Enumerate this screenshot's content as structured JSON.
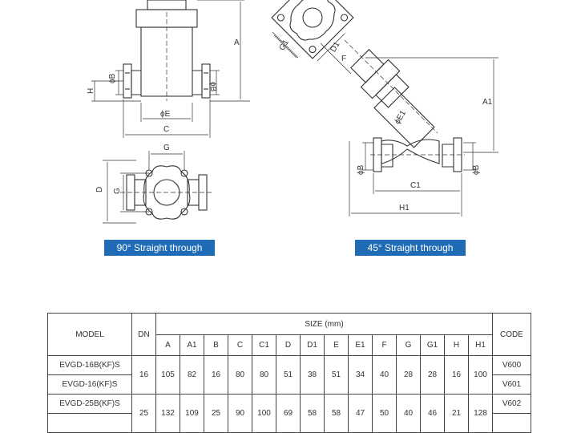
{
  "figure_labels": {
    "A": "A",
    "phiB": "ϕB",
    "H": "H",
    "phiE": "ϕE",
    "C": "C",
    "G": "G",
    "D": "D",
    "G1": "G1",
    "D1": "D1",
    "F": "F",
    "A1": "A1",
    "phiE1": "ϕE1",
    "C1": "C1",
    "H1": "H1"
  },
  "captions": {
    "straight_90": "90° Straight through",
    "straight_45": "45° Straight through"
  },
  "colors": {
    "caption_bg": "#1f6bb5",
    "line": "#333333"
  },
  "table": {
    "model_header": "MODEL",
    "dn_header": "DN",
    "size_header": "SIZE (mm)",
    "code_header": "CODE",
    "size_columns": [
      "A",
      "A1",
      "B",
      "C",
      "C1",
      "D",
      "D1",
      "E",
      "E1",
      "F",
      "G",
      "G1",
      "H",
      "H1"
    ],
    "groups": [
      {
        "dn": "16",
        "sizes": [
          "105",
          "82",
          "16",
          "80",
          "80",
          "51",
          "38",
          "51",
          "34",
          "40",
          "28",
          "28",
          "16",
          "100"
        ],
        "models": [
          {
            "model": "EVGD-16B(KF)S",
            "code": "V600"
          },
          {
            "model": "EVGD-16(KF)S",
            "code": "V601"
          }
        ]
      },
      {
        "dn": "25",
        "sizes": [
          "132",
          "109",
          "25",
          "90",
          "100",
          "69",
          "58",
          "58",
          "47",
          "50",
          "40",
          "46",
          "21",
          "128"
        ],
        "models": [
          {
            "model": "EVGD-25B(KF)S",
            "code": "V602"
          },
          {
            "model": "",
            "code": ""
          }
        ]
      }
    ]
  }
}
